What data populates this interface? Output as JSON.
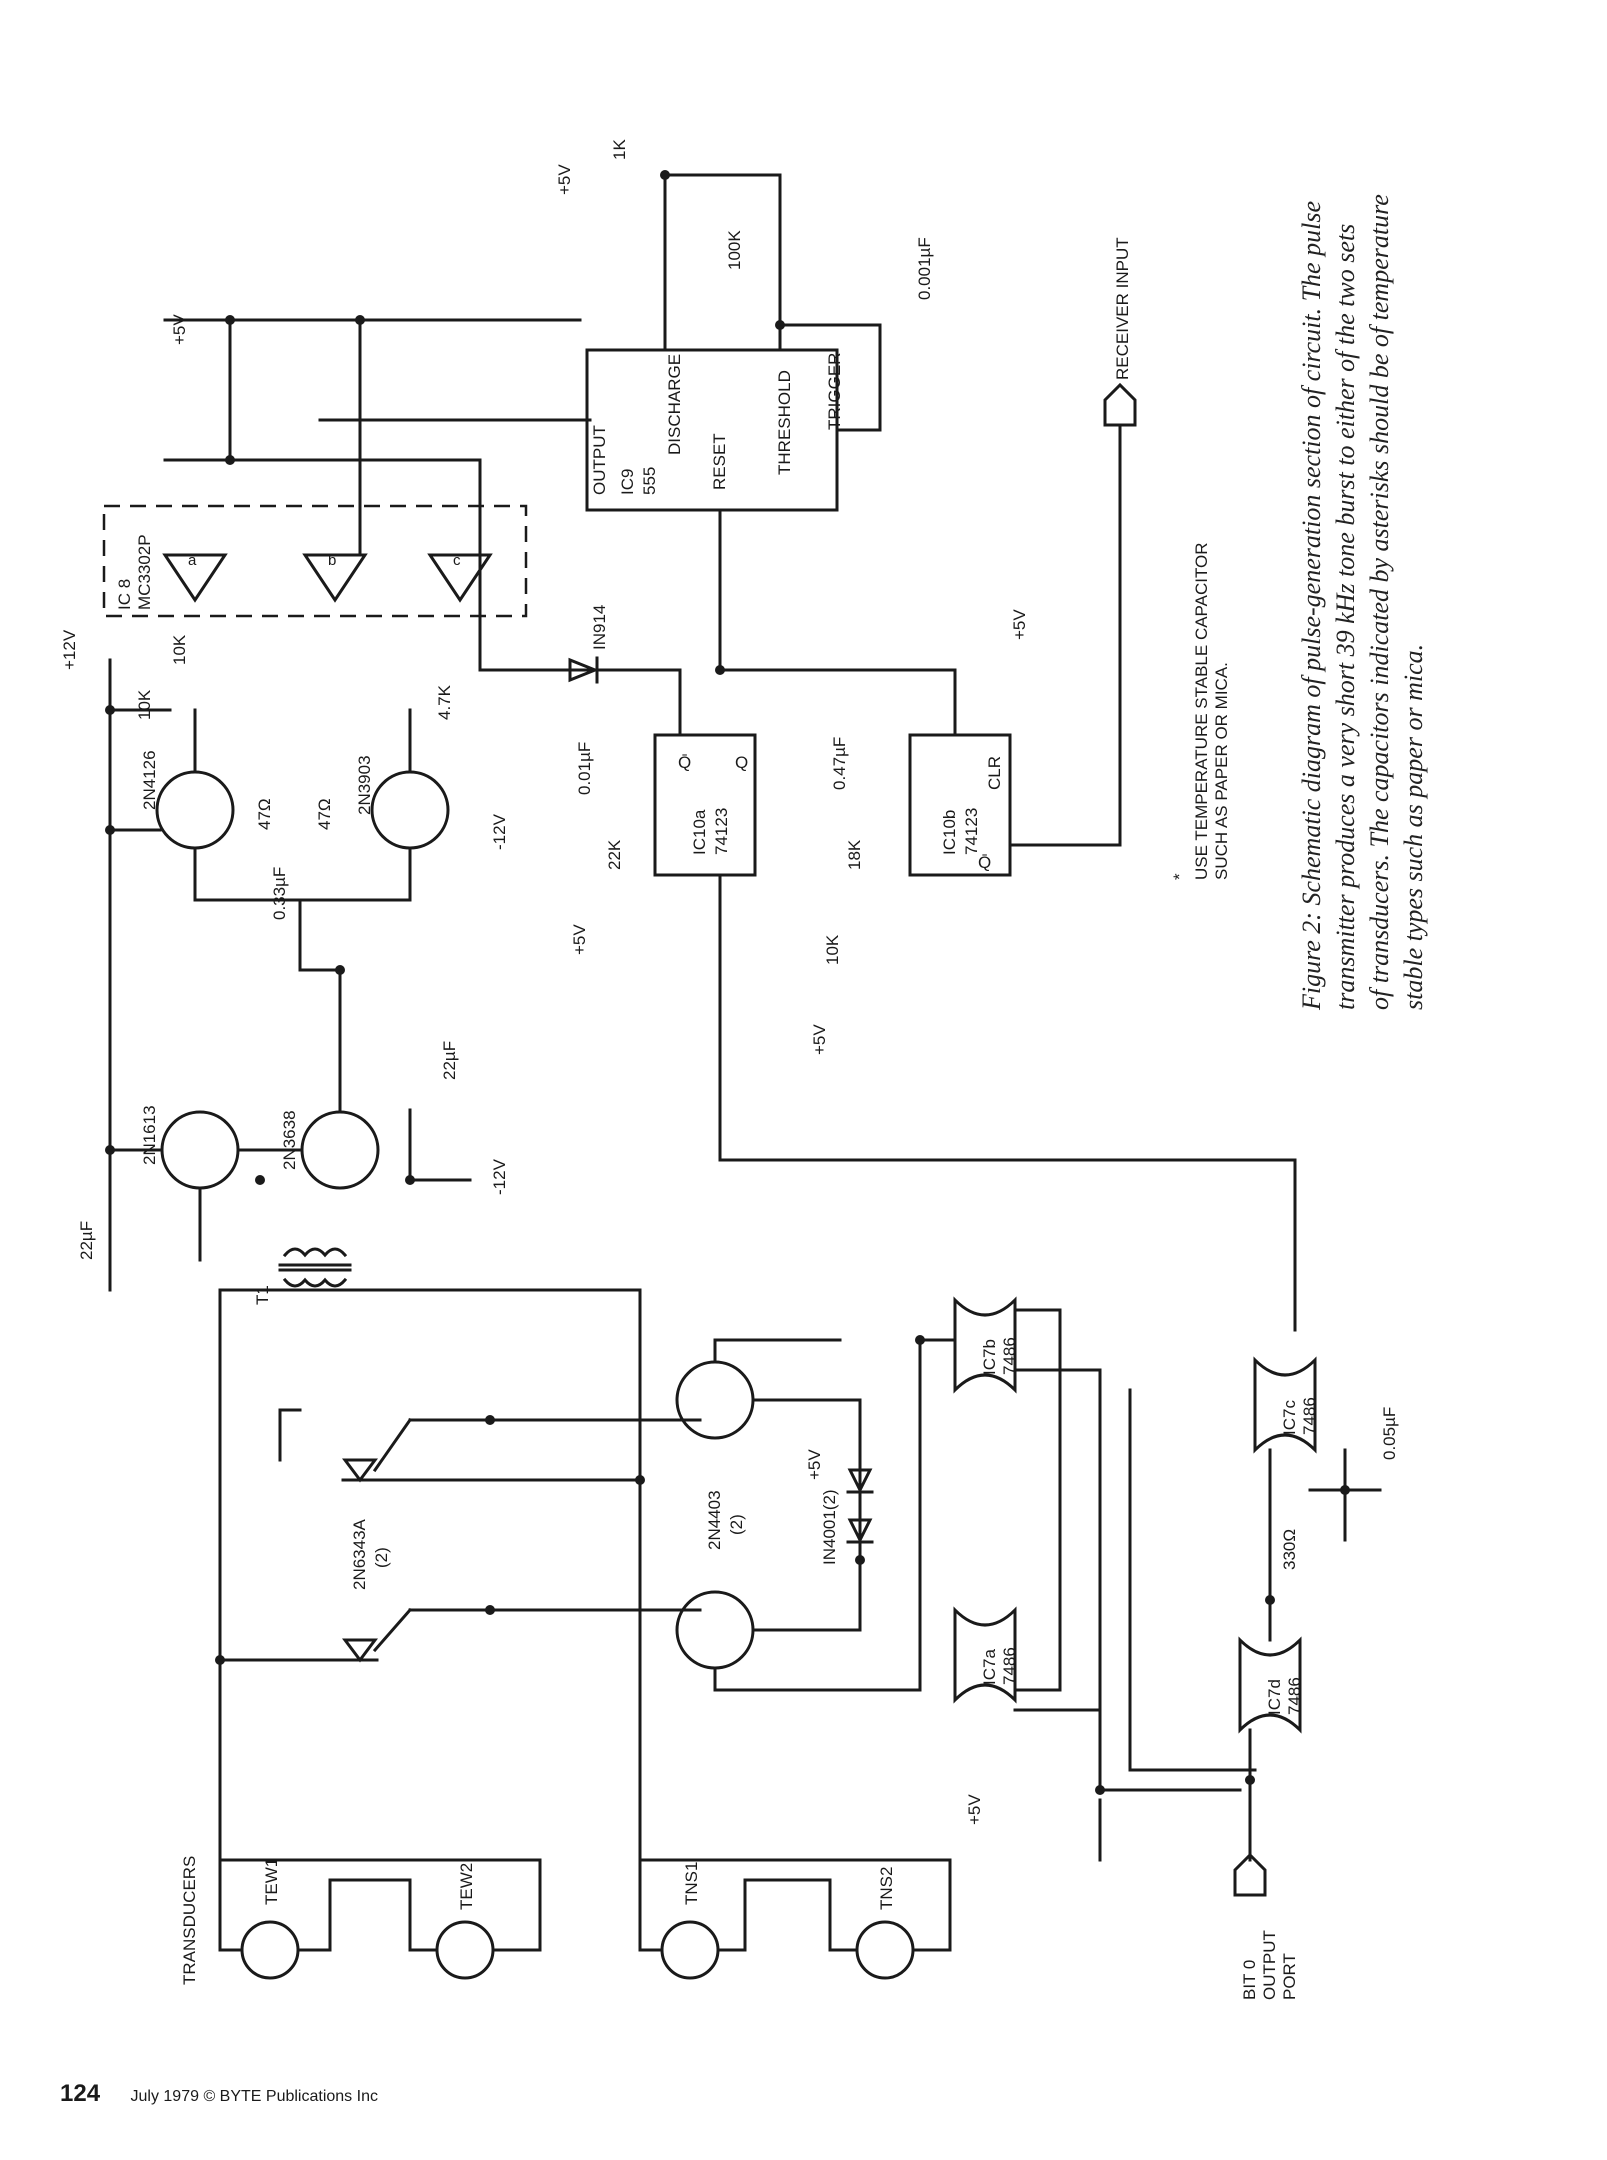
{
  "page_number": "124",
  "footer_text": "July 1979 © BYTE Publications Inc",
  "caption": [
    "Figure 2: Schematic diagram of pulse-generation section of circuit. The pulse",
    "transmitter produces a very short 39 kHz tone burst to either of the two sets",
    "of transducers. The capacitors indicated by asterisks should be of temperature",
    "stable types such as paper or mica."
  ],
  "note": {
    "star": "*",
    "line1": "USE TEMPERATURE STABLE CAPACITOR",
    "line2": "SUCH AS PAPER OR MICA."
  },
  "labels": {
    "transducers": "TRANSDUCERS",
    "tew1": "TEW1",
    "tew2": "TEW2",
    "tns1": "TNS1",
    "tns2": "TNS2",
    "bit0_1": "BIT 0",
    "bit0_2": "OUTPUT",
    "bit0_3": "PORT",
    "receiver_input": "RECEIVER INPUT",
    "t1": "T1",
    "c22_1": "22µF",
    "c22_2": "22µF",
    "c033": "0.33µF",
    "c001": "0.01µF",
    "c047": "0.47µF",
    "c0001": "0.001µF",
    "c005": "0.05µF",
    "q2n4126": "2N4126",
    "q2n3903": "2N3903",
    "q2n1613": "2N1613",
    "q2n3638": "2N3638",
    "q2n4403": "2N4403",
    "q2n4403_n": "(2)",
    "scr": "2N6343A",
    "scr_n": "(2)",
    "d1n914": "IN914",
    "d1n4001": "IN4001(2)",
    "r10k_a": "10K",
    "r10k_b": "10K",
    "r10k_c": "10K",
    "r47k": "4.7K",
    "r47a": "47Ω",
    "r47b": "47Ω",
    "r1k": "1K",
    "r22k": "22K",
    "r18k": "18K",
    "r100k": "100K",
    "r330": "330Ω",
    "v12p": "+12V",
    "v12n": "-12V",
    "v5": "+5V",
    "ic8_1": "IC 8",
    "ic8_2": "MC3302P",
    "ic9_1": "IC9",
    "ic9_2": "555",
    "output": "OUTPUT",
    "discharge": "DISCHARGE",
    "reset": "RESET",
    "threshold": "THRESHOLD",
    "trigger": "TRIGGER",
    "ic10a_1": "IC10a",
    "ic10a_2": "74123",
    "ic10b_1": "IC10b",
    "ic10b_2": "74123",
    "clr": "CLR",
    "ic7a": "IC7a",
    "ic7b": "IC7b",
    "ic7c": "IC7c",
    "ic7d": "IC7d",
    "x7486": "7486",
    "q": "Q",
    "qbar": "Q̄"
  }
}
